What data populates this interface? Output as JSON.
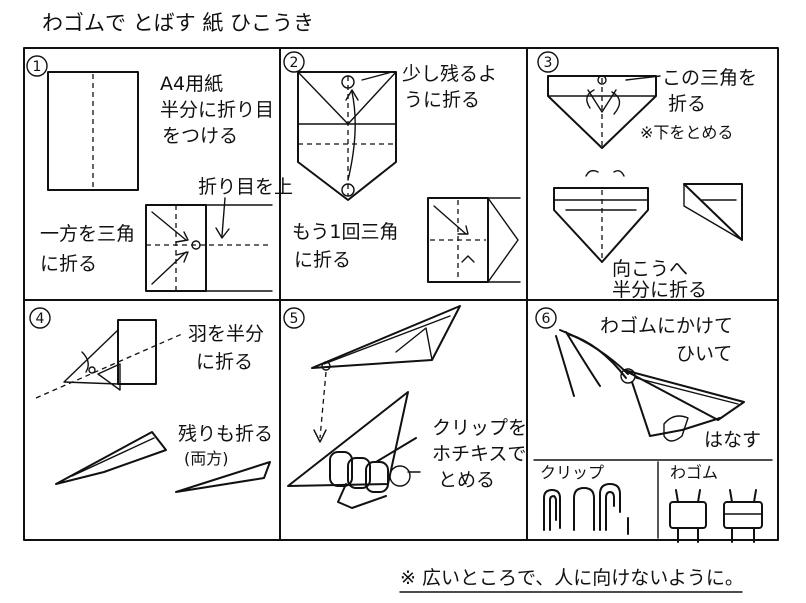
{
  "title": "わゴムで とばす 紙 ひこうき",
  "steps": [
    {
      "number": "1",
      "notes": [
        "A4用紙",
        "半分に折り目",
        "をつける",
        "折り目を上",
        "一方を三角",
        "に折る"
      ]
    },
    {
      "number": "2",
      "notes": [
        "少し残るよ",
        "うに折る",
        "もう1回三角",
        "に折る"
      ]
    },
    {
      "number": "3",
      "notes": [
        "この三角を",
        "折る",
        "※下をとめる",
        "向こうへ",
        "半分に折る"
      ]
    },
    {
      "number": "4",
      "notes": [
        "羽を半分",
        "に折る",
        "残りも折る",
        "(両方)"
      ]
    },
    {
      "number": "5",
      "notes": [
        "クリップを",
        "ホチキスで",
        "とめる"
      ]
    },
    {
      "number": "6",
      "notes": [
        "わゴムにかけて",
        "ひいて",
        "はなす",
        "クリップ",
        "わゴム"
      ]
    }
  ],
  "footer": "※ 広いところで、人に向けないように。"
}
